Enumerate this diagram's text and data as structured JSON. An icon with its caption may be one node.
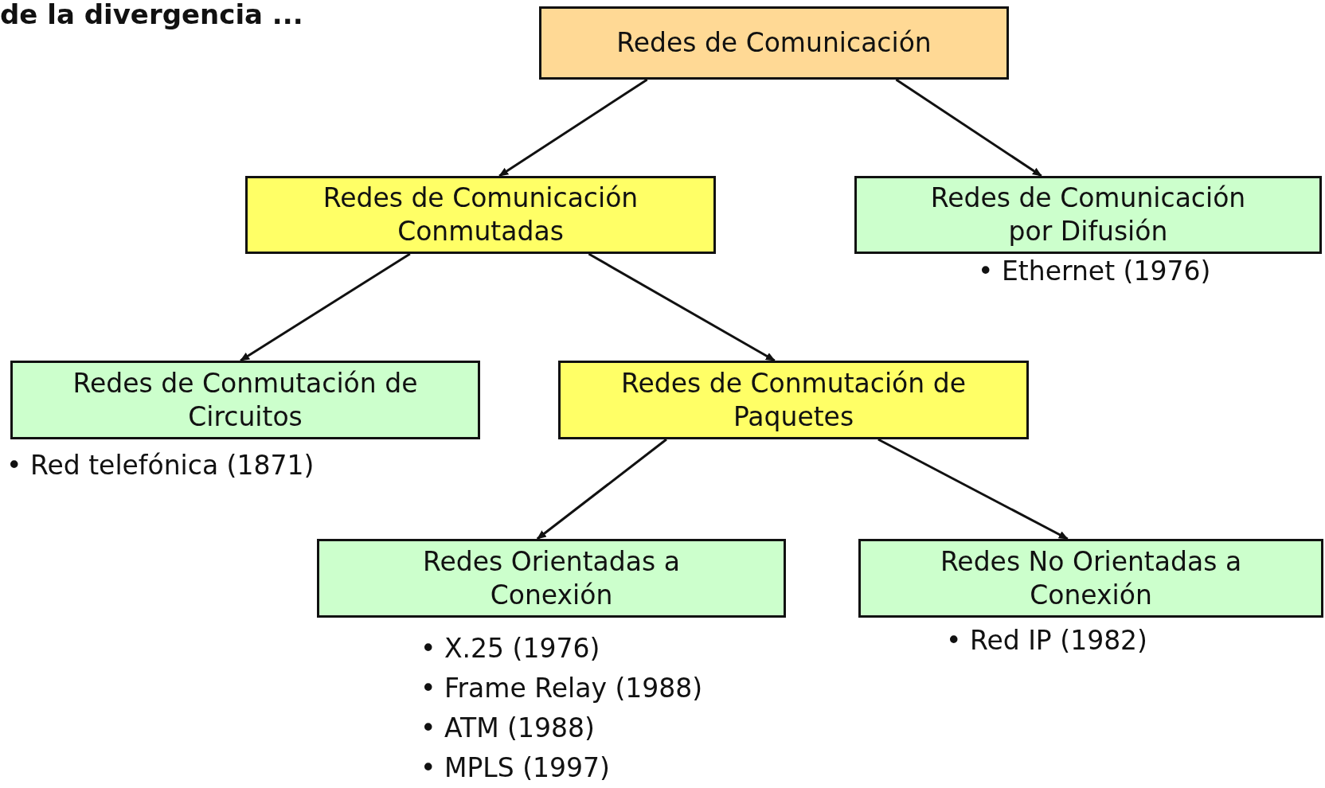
{
  "diagram": {
    "nodes": [
      {
        "text": [
          "Redes de Comunicación"
        ]
      },
      {
        "text": [
          "Redes de Comunicación Conmutadas"
        ]
      },
      {
        "text": [
          "Redes de Comunicación por Difusión"
        ],
        "beside": [
          "• Ethernet (1976)"
        ]
      },
      {
        "text": [
          "Redes de Conmutación de Circuitos"
        ],
        "beside": [
          "• Red telefónica (1871)"
        ]
      },
      {
        "text": [
          "Redes de Conmutación de Paquetes"
        ]
      },
      {
        "text": [
          "Redes Orientadas a Conexión"
        ],
        "beside": [
          "• X.25 (1976)",
          "• Frame Relay (1988)",
          "• ATM (1988)",
          "• MPLS (1997)"
        ]
      },
      {
        "text": [
          "Redes No Orientadas a Conexión"
        ],
        "beside": [
          "• Red IP (1982)"
        ]
      }
    ],
    "edges": [
      {
        "from": 0,
        "to": 1,
        "arrow": "to"
      },
      {
        "from": 0,
        "to": 2,
        "arrow": "to"
      },
      {
        "from": 1,
        "to": 3,
        "arrow": "to"
      },
      {
        "from": 1,
        "to": 4,
        "arrow": "to"
      },
      {
        "from": 4,
        "to": 5,
        "arrow": "to"
      },
      {
        "from": 4,
        "to": 6,
        "arrow": "to"
      }
    ],
    "labels": [
      "de la divergencia ..."
    ]
  }
}
